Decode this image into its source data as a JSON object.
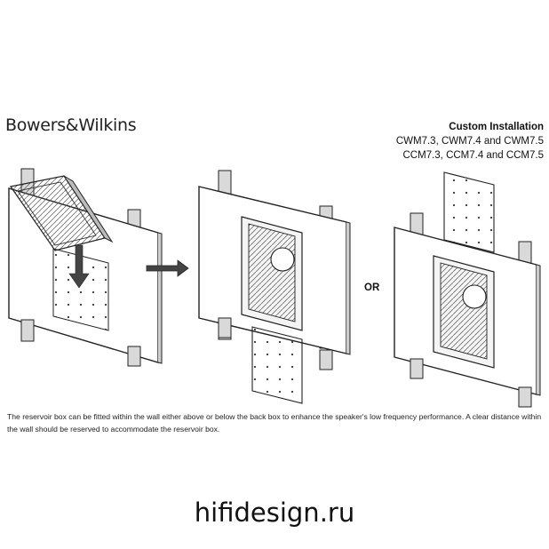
{
  "brand": {
    "logo_text": "Bowers&Wilkins"
  },
  "custom_installation": {
    "title": "Custom Installation",
    "line1": "CWM7.3, CWM7.4 and CWM7.5",
    "line2": "CCM7.3, CCM7.4 and CCM7.5"
  },
  "diagram": {
    "or_label": "OR",
    "caption": "The reservoir box can be fitted within the wall either above or below the back box to enhance the speaker's low frequency performance. A clear distance within the wall should be reserved to accommodate the reservoir box."
  },
  "watermark": {
    "text": "hifidesign.ru"
  },
  "colors": {
    "stroke": "#222222",
    "stud": "#d9d9d9",
    "arrow": "#444444"
  }
}
